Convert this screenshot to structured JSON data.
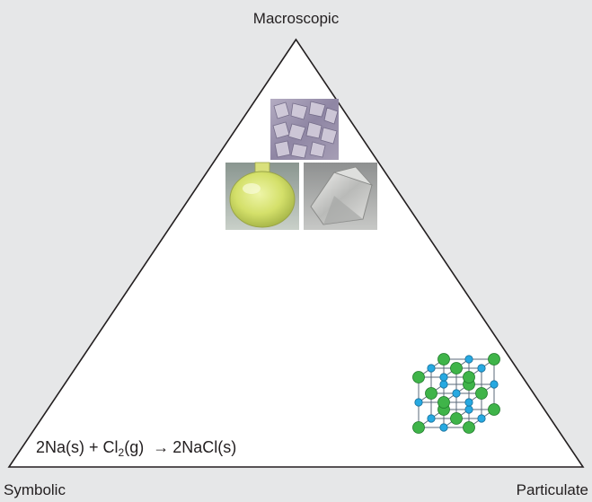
{
  "labels": {
    "top": "Macroscopic",
    "bottom_left": "Symbolic",
    "bottom_right": "Particulate"
  },
  "equation": {
    "lhs_a": "2Na(s) + Cl",
    "lhs_sub": "2",
    "lhs_b": "(g)",
    "arrow": "→",
    "rhs": "2NaCl(s)"
  },
  "colors": {
    "background": "#e6e7e8",
    "triangle_fill": "#ffffff",
    "triangle_stroke": "#231f20",
    "chlorine": "#3fb449",
    "sodium": "#27a9e1"
  },
  "images": {
    "salt_crystals": "salt-crystals-photo",
    "chlorine_flask": "chlorine-gas-flask-photo",
    "sodium_metal": "sodium-metal-photo",
    "lattice": "nacl-crystal-lattice-model"
  }
}
